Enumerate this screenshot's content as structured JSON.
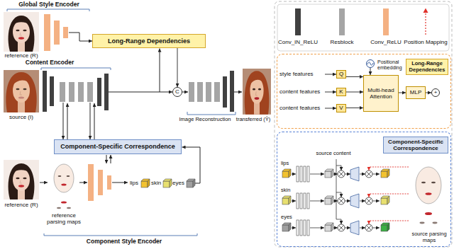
{
  "diagram": {
    "nodes": [
      {
        "text": [
          "Long-Range Dependencies"
        ]
      },
      {
        "text": [
          "C"
        ]
      },
      {
        "text": [
          "Component-Specific Correspondence"
        ]
      },
      {
        "text": [
          "Long-Range Dependencies"
        ]
      },
      {
        "text": [
          "Q"
        ],
        "in": 3
      },
      {
        "text": [
          "Positional embedding"
        ],
        "in": 3
      },
      {
        "text": [
          "K"
        ],
        "in": 3
      },
      {
        "text": [
          "V"
        ],
        "in": 3
      },
      {
        "text": [
          "Multi-head Attention"
        ],
        "in": 3
      },
      {
        "text": [
          "MLP"
        ],
        "in": 3
      },
      {
        "text": [
          "+"
        ],
        "in": 3
      },
      {
        "text": [
          "Component-Specific Correspondence"
        ]
      }
    ],
    "edges": [
      {
        "from": 0,
        "to": 1,
        "arrow": "to"
      },
      {
        "from": 4,
        "to": 8,
        "arrow": "to"
      },
      {
        "from": 6,
        "to": 8,
        "arrow": "to"
      },
      {
        "from": 7,
        "to": 8,
        "arrow": "to"
      },
      {
        "from": 5,
        "to": 8,
        "arrow": "to"
      },
      {
        "from": 8,
        "to": 9,
        "arrow": "to"
      },
      {
        "from": 9,
        "to": 10,
        "arrow": "to"
      }
    ],
    "labels": [
      "Global Style Encoder",
      "reference (R)",
      "Content Encoder",
      "source (I)",
      "Image Reconstruction",
      "transferred (Ŷ)",
      "reference (R)",
      "reference parsing maps",
      "lips",
      "skin",
      "eyes",
      "Component Style Encoder",
      "style features",
      "content features",
      "content features",
      "source content",
      "lips",
      "skin",
      "eyes",
      "source parsing maps"
    ],
    "legend": [
      {
        "text": "Conv_IN_ReLU",
        "color": "#404040"
      },
      {
        "text": "Resblock",
        "color": "#a5a5a5"
      },
      {
        "text": "Conv_ReLU",
        "color": "#f4b183"
      },
      {
        "text": "Position Mapping"
      }
    ]
  }
}
